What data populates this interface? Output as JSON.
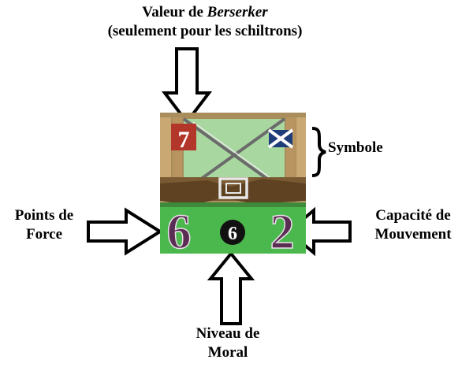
{
  "labels": {
    "berserker_line1_prefix": "Valeur de ",
    "berserker_line1_emph": "Berserker",
    "berserker_line2": "(seulement pour les schiltrons)",
    "symbole": "Symbole",
    "force_line1": "Points de",
    "force_line2": "Force",
    "mouvement_line1": "Capacité de",
    "mouvement_line2": "Mouvement",
    "moral_line1": "Niveau de",
    "moral_line2": "Moral"
  },
  "counter": {
    "berserker_value": "7",
    "force_value": "6",
    "moral_value": "6",
    "mouvement_value": "2",
    "symbol_icon": "saltire-flag-icon"
  },
  "colors": {
    "berserker_box": "#b3362b",
    "grass": "#4bb84e",
    "number_purple": "#5a2d52",
    "wood": "#c9a873",
    "sky": "#a8d8a0"
  }
}
